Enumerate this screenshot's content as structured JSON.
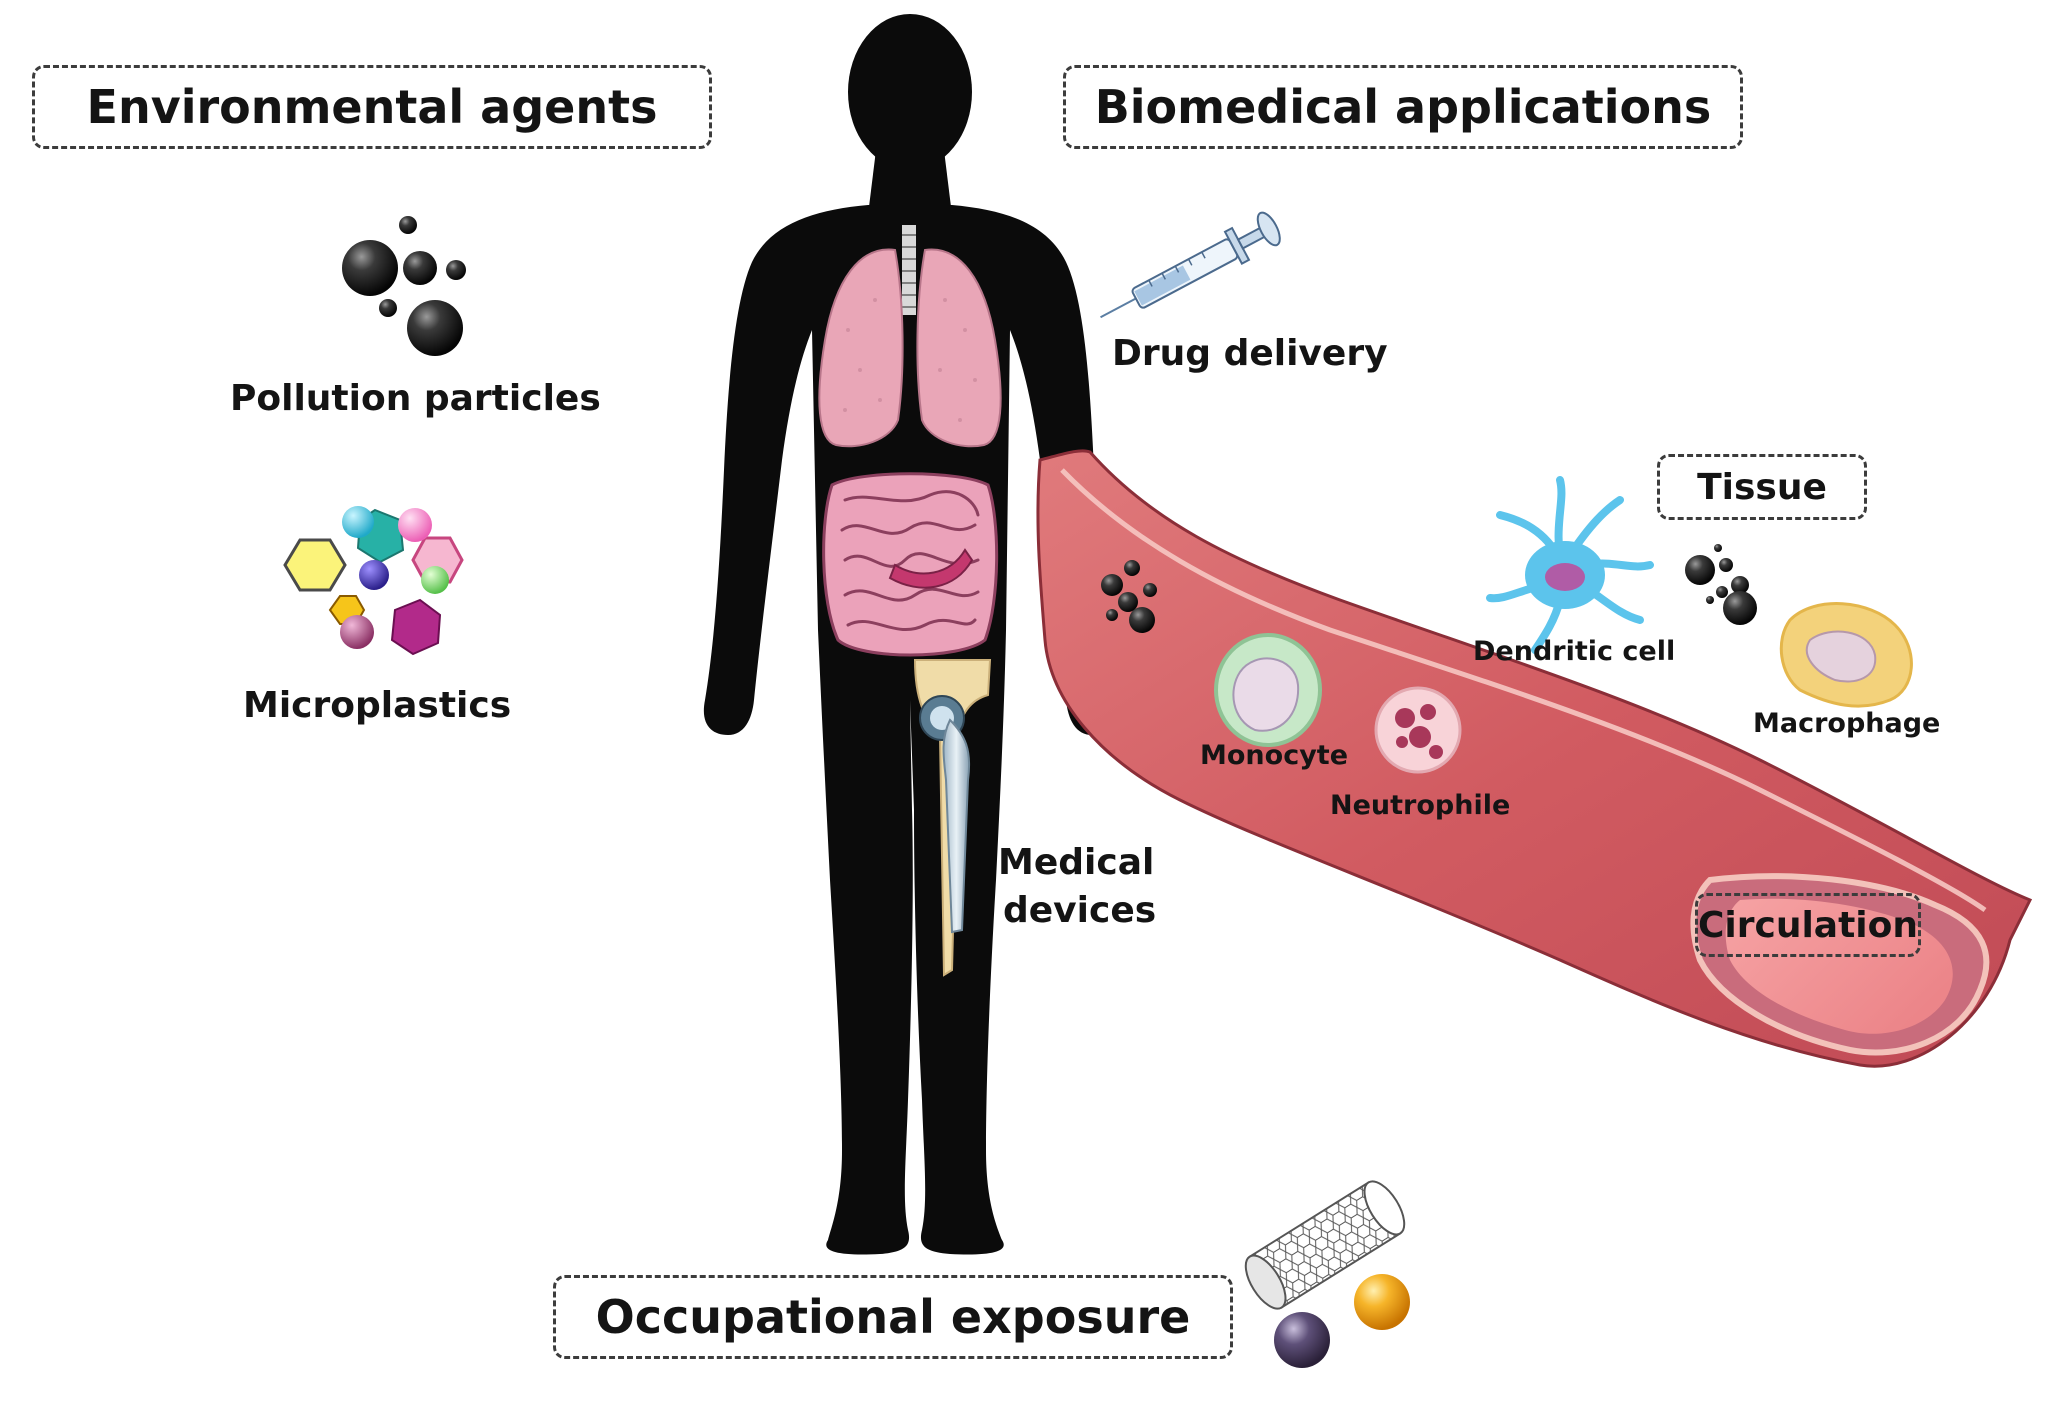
{
  "headings": {
    "environmental": "Environmental agents",
    "biomedical": "Biomedical applications",
    "occupational": "Occupational exposure",
    "tissue": "Tissue",
    "circulation": "Circulation"
  },
  "labels": {
    "pollution": "Pollution particles",
    "microplastics": "Microplastics",
    "drug_delivery": "Drug delivery",
    "medical_devices_1": "Medical",
    "medical_devices_2": "devices",
    "dendritic": "Dendritic cell",
    "macrophage": "Macrophage",
    "monocyte": "Monocyte",
    "neutrophile": "Neutrophile"
  },
  "colors": {
    "silhouette": "#0b0b0b",
    "organ_pink": "#e9a6b7",
    "vessel": "#d8646b",
    "vessel_light": "#f2b0a8",
    "dendritic": "#5cc4ec",
    "macrophage": "#f2d277",
    "monocyte": "#b8dfb9",
    "neutrophile": "#f8c9cf",
    "implant": "#f0dca8",
    "gold": "#f2a51a",
    "purple": "#5b4b73"
  }
}
